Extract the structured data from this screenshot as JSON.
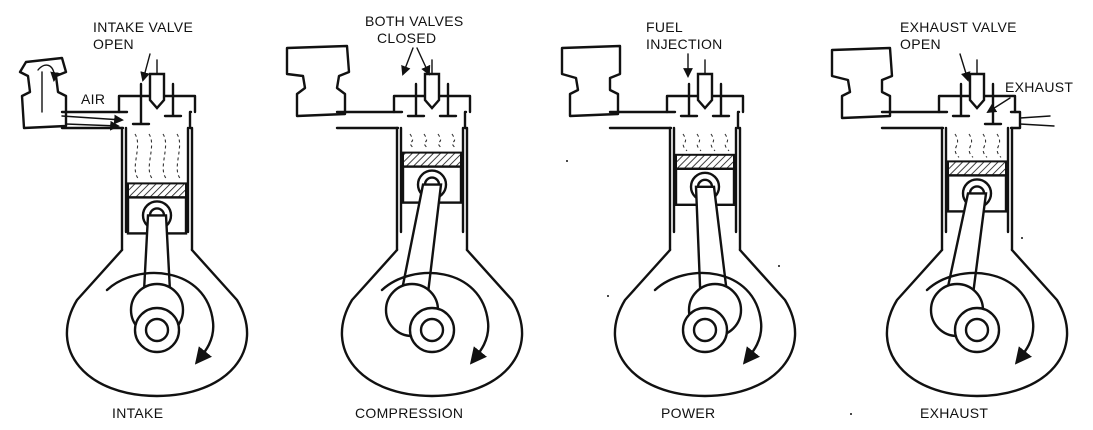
{
  "panels": [
    {
      "id": "intake",
      "caption": "INTAKE",
      "annotation_lines": [
        "INTAKE VALVE",
        "OPEN"
      ],
      "side_label": "AIR",
      "left_valve_open": true,
      "right_valve_open": false,
      "exhaust_pipe": false,
      "piston_position": 0.85,
      "rotation": "clockwise"
    },
    {
      "id": "compression",
      "caption": "COMPRESSION",
      "annotation_lines": [
        "BOTH VALVES",
        "CLOSED"
      ],
      "side_label": "",
      "left_valve_open": false,
      "right_valve_open": false,
      "exhaust_pipe": false,
      "piston_position": 0.15,
      "rotation": "clockwise"
    },
    {
      "id": "power",
      "caption": "POWER",
      "annotation_lines": [
        "FUEL",
        "INJECTION"
      ],
      "side_label": "",
      "left_valve_open": false,
      "right_valve_open": false,
      "exhaust_pipe": false,
      "piston_position": 0.2,
      "rotation": "clockwise"
    },
    {
      "id": "exhaust",
      "caption": "EXHAUST",
      "annotation_lines": [
        "EXHAUST VALVE",
        "OPEN"
      ],
      "side_label": "EXHAUST",
      "left_valve_open": false,
      "right_valve_open": true,
      "exhaust_pipe": true,
      "piston_position": 0.35,
      "rotation": "clockwise"
    }
  ]
}
